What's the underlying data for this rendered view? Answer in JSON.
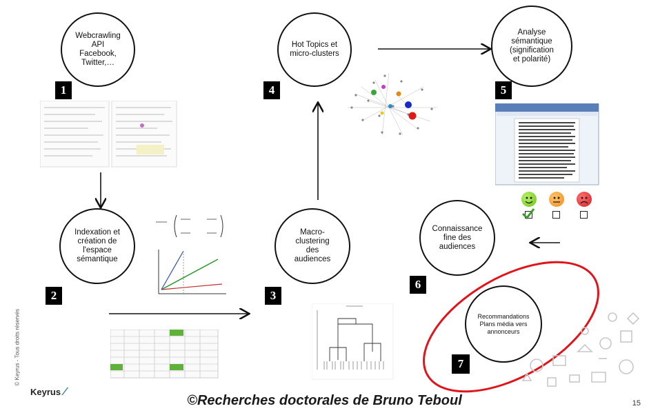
{
  "steps": {
    "s1": {
      "number": "1",
      "label": "Webcrawling\nAPI\nFacebook,\nTwitter,…"
    },
    "s2": {
      "number": "2",
      "label": "Indexation et\ncréation de\nl'espace\nsémantique"
    },
    "s3": {
      "number": "3",
      "label": "Macro-\nclustering\ndes\naudiences"
    },
    "s4": {
      "number": "4",
      "label": "Hot Topics et\nmicro-clusters"
    },
    "s5": {
      "number": "5",
      "label": "Analyse\nsémantique\n(signification\net polarité)"
    },
    "s6": {
      "number": "6",
      "label": "Connaissance\nfine des\naudiences"
    },
    "s7": {
      "number": "7",
      "label": "Recommandations\nPlans média vers\nannonceurs"
    }
  },
  "footer": {
    "credit": "©Recherches doctorales de Bruno Teboul",
    "page": "15"
  },
  "brand": {
    "logo": "Keyrus",
    "copyright": "© Keyrus - Tous droits réservés"
  },
  "colors": {
    "highlight_ellipse": "#e0151b",
    "smiley_positive": "#6cc417",
    "smiley_neutral": "#f28c1c",
    "smiley_negative": "#d61f26"
  }
}
